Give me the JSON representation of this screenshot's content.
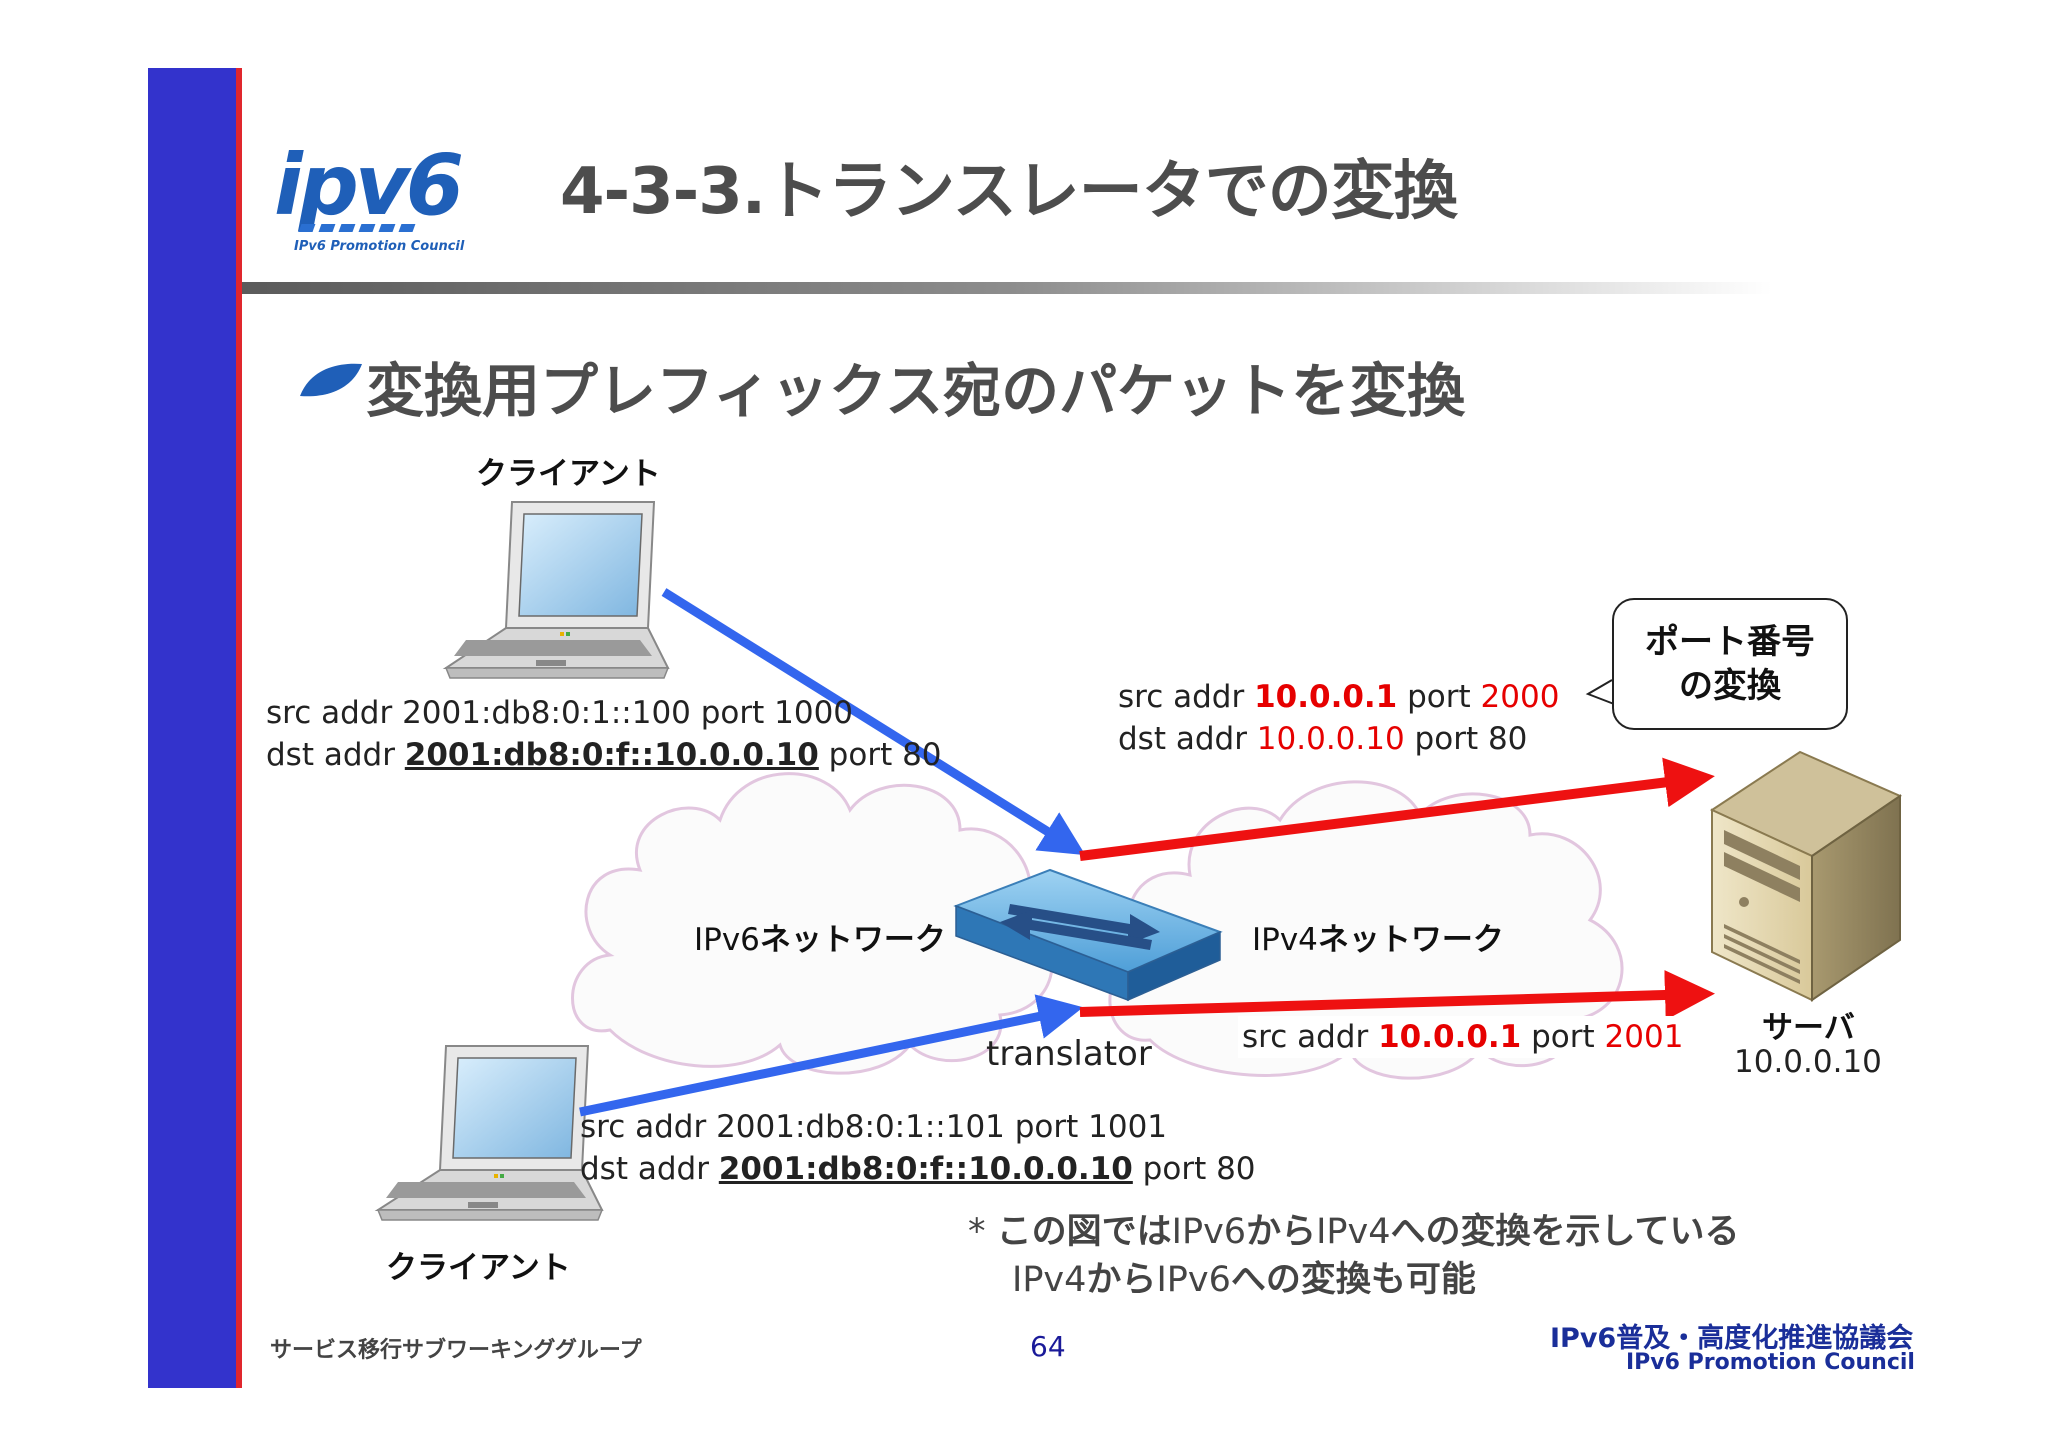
{
  "slide": {
    "title": "4-3-3.トランスレータでの変換",
    "heading": "変換用プレフィックス宛のパケットを変換",
    "page_number": "64"
  },
  "logo": {
    "text": "ipv6",
    "subtitle": "IPv6 Promotion Council"
  },
  "diagram": {
    "client_top_label": "クライアント",
    "client_bottom_label": "クライアント",
    "ipv6_network_label_prefix": "IPv6",
    "ipv6_network_label_suffix": "ネットワーク",
    "ipv4_network_label_prefix": "IPv4",
    "ipv4_network_label_suffix": "ネットワーク",
    "translator_label": "translator",
    "server_label": "サーバ",
    "server_addr": "10.0.0.10",
    "callout_line1": "ポート番号",
    "callout_line2": "の変換",
    "packet_top_v6": {
      "src_prefix": "src addr ",
      "src_addr": "2001:db8:0:1::100",
      "src_port_text": " port 1000",
      "dst_prefix": "dst addr ",
      "dst_addr": "2001:db8:0:f::10.0.0.10",
      "dst_port_text": " port 80"
    },
    "packet_top_v4": {
      "src_prefix": "src addr ",
      "src_addr": "10.0.0.1",
      "src_port_word": " port ",
      "src_port": "2000",
      "dst_prefix": "dst addr ",
      "dst_addr": "10.0.0.10",
      "dst_port_text": " port 80"
    },
    "packet_bottom_v4": {
      "src_prefix": "src addr ",
      "src_addr": "10.0.0.1",
      "src_port_word": " port ",
      "src_port": "2001"
    },
    "packet_bottom_v6": {
      "src_prefix": "src addr ",
      "src_addr": "2001:db8:0:1::101",
      "src_port_text": " port 1001",
      "dst_prefix": "dst addr ",
      "dst_addr": "2001:db8:0:f::10.0.0.10",
      "dst_port_text": " port 80"
    }
  },
  "note": {
    "line1_asterisk": "* ",
    "line1_a": "この図では",
    "line1_b": "IPv6",
    "line1_c": "から",
    "line1_d": "IPv4",
    "line1_e": "への変換を示している",
    "line2_a": "IPv4",
    "line2_b": "から",
    "line2_c": "IPv6",
    "line2_d": "への変換も可能"
  },
  "footer": {
    "left": "サービス移行サブワーキンググループ",
    "right_line1": "IPv6普及・高度化推進協議会",
    "right_line2": "IPv6 Promotion Council"
  },
  "colors": {
    "sidebar": "#3333cc",
    "accent_red": "#e60000",
    "arrow_blue": "#3366ee",
    "arrow_red": "#ee1111"
  }
}
